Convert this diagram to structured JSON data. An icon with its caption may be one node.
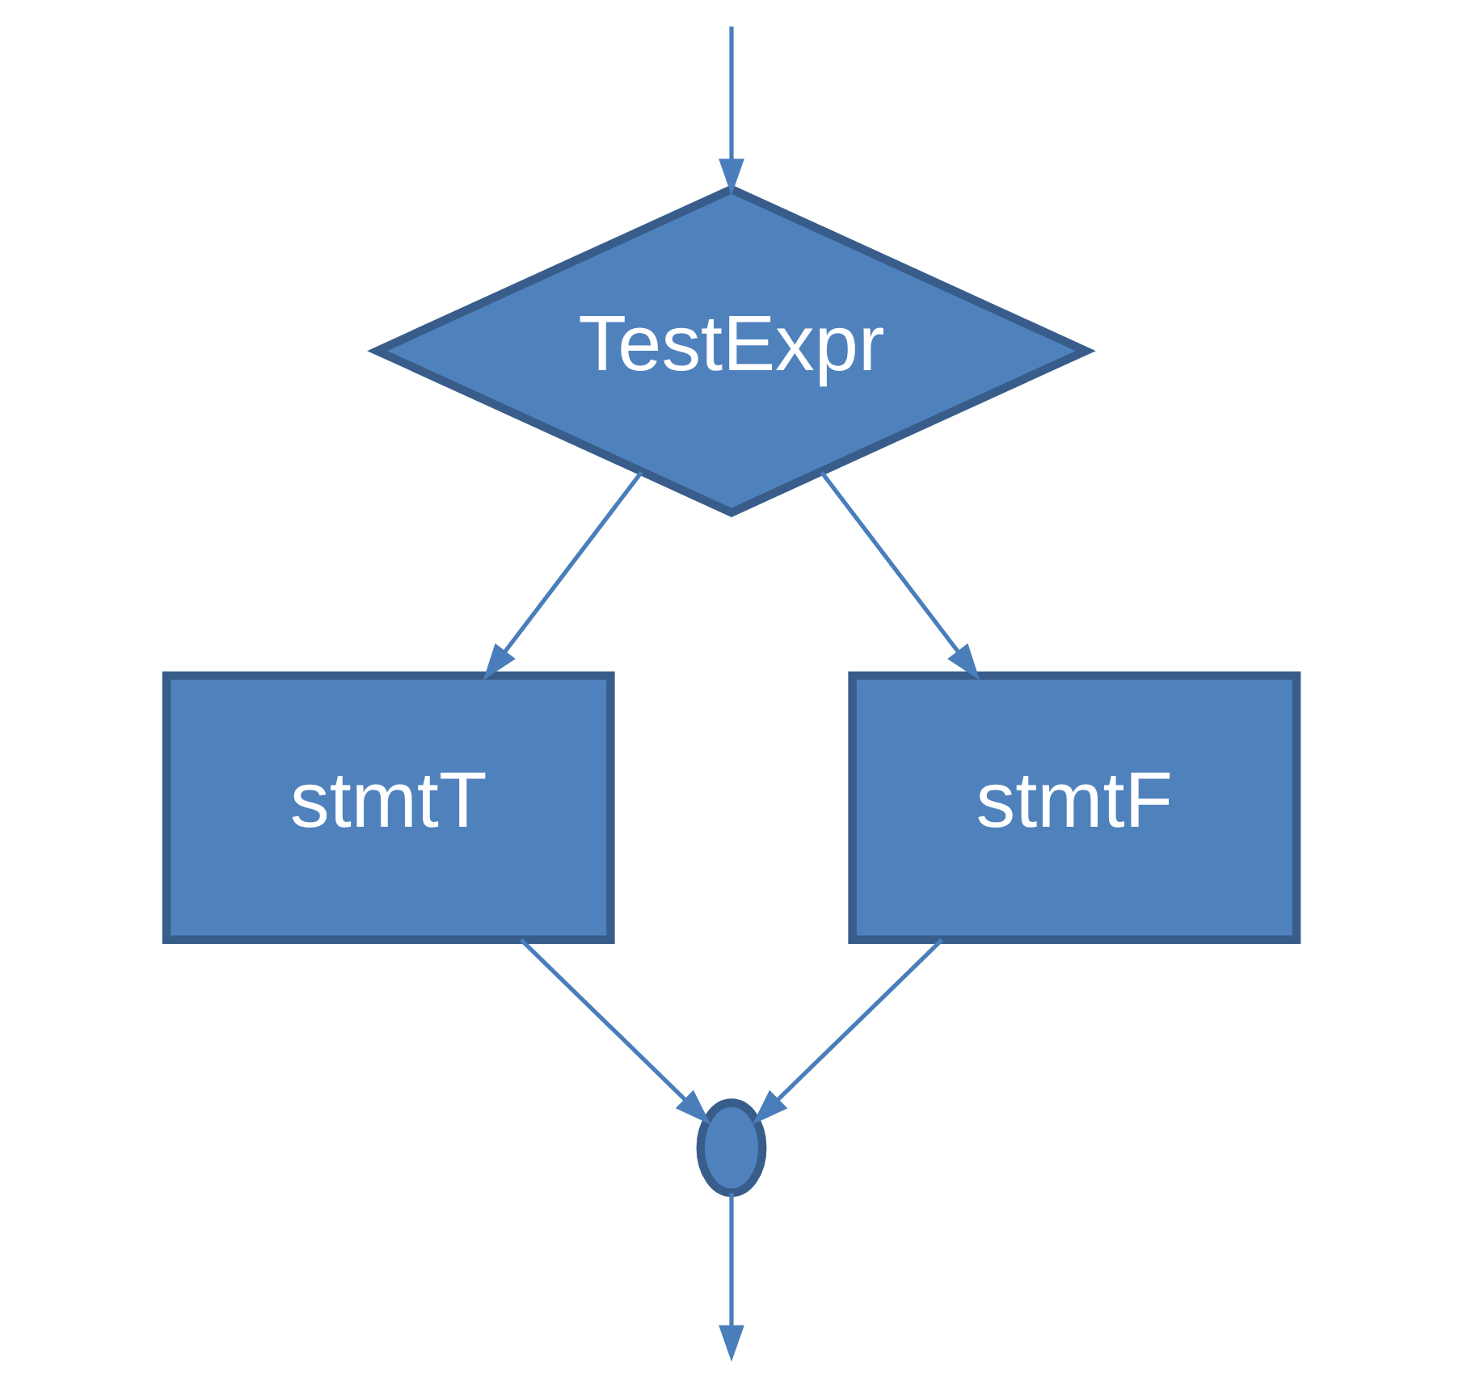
{
  "diagram": {
    "nodes": [
      {
        "text": [
          "TestExpr"
        ]
      },
      {
        "text": [
          "stmtT"
        ]
      },
      {
        "text": [
          "stmtF"
        ]
      },
      {
        "text": [],
        "shape": "ellipse"
      }
    ],
    "edges": [
      {
        "from": null,
        "to": 0,
        "arrow": "to"
      },
      {
        "from": 0,
        "to": 1,
        "arrow": "to"
      },
      {
        "from": 0,
        "to": 2,
        "arrow": "to"
      },
      {
        "from": 1,
        "to": 3,
        "arrow": "to"
      },
      {
        "from": 2,
        "to": 3,
        "arrow": "to"
      },
      {
        "from": 3,
        "to": null,
        "arrow": "to"
      }
    ]
  }
}
